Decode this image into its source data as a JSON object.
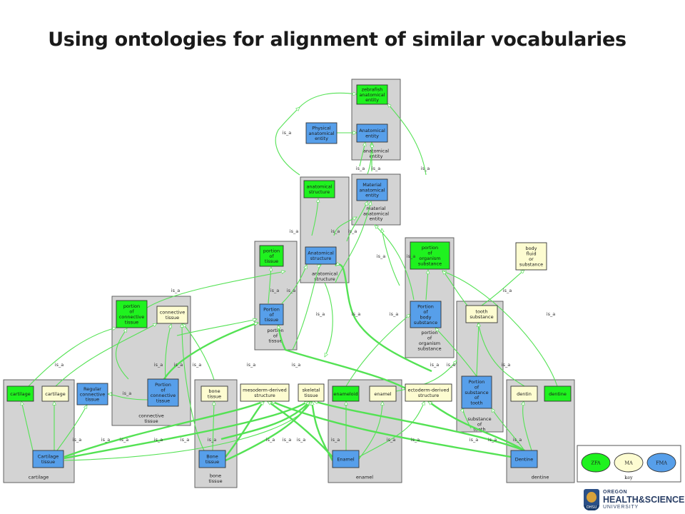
{
  "title": "Using ontologies for alignment of similar vocabularies",
  "colors": {
    "ZFA": "#1ff21f",
    "MA": "#fdfcd1",
    "FMA": "#579fea",
    "cluster": "#d3d3d3",
    "edge": "#54e254"
  },
  "clusters": [
    {
      "id": "c-anat-entity",
      "label": [
        "anatomical",
        "entity"
      ]
    },
    {
      "id": "c-mat-entity",
      "label": [
        "material",
        "anatomical",
        "entity"
      ]
    },
    {
      "id": "c-anat-struct",
      "label": [
        "anatomical",
        "structure"
      ]
    },
    {
      "id": "c-port-tissue",
      "label": [
        "portion",
        "of",
        "tissue"
      ]
    },
    {
      "id": "c-port-subst",
      "label": [
        "portion",
        "of",
        "organism",
        "substance"
      ]
    },
    {
      "id": "c-conn",
      "label": [
        "connective",
        "tissue"
      ]
    },
    {
      "id": "c-tooth",
      "label": [
        "substance",
        "of",
        "tooth"
      ]
    },
    {
      "id": "c-cart",
      "label": [
        "cartilage"
      ]
    },
    {
      "id": "c-bone",
      "label": [
        "bone",
        "tissue"
      ]
    },
    {
      "id": "c-enamel",
      "label": [
        "enamel"
      ]
    },
    {
      "id": "c-dentine",
      "label": [
        "dentine"
      ]
    }
  ],
  "nodes": [
    {
      "id": "n-zfa-entity",
      "source": "ZFA",
      "label": [
        "zebrafish",
        "anatomical",
        "entity"
      ]
    },
    {
      "id": "n-fma-anat-entity",
      "source": "FMA",
      "label": [
        "Anatomical",
        "entity"
      ]
    },
    {
      "id": "n-fma-phys",
      "source": "FMA",
      "label": [
        "Physical",
        "anatomical",
        "entity"
      ]
    },
    {
      "id": "n-fma-material",
      "source": "FMA",
      "label": [
        "Material",
        "anatomical",
        "entity"
      ]
    },
    {
      "id": "n-zfa-anat-struct",
      "source": "ZFA",
      "label": [
        "anatomical",
        "structure"
      ]
    },
    {
      "id": "n-fma-anat-struct",
      "source": "FMA",
      "label": [
        "Anatomical",
        "structure"
      ]
    },
    {
      "id": "n-zfa-port-tissue",
      "source": "ZFA",
      "label": [
        "portion",
        "of",
        "tissue"
      ]
    },
    {
      "id": "n-fma-port-tissue",
      "source": "FMA",
      "label": [
        "Portion",
        "of",
        "tissue"
      ]
    },
    {
      "id": "n-zfa-port-subst",
      "source": "ZFA",
      "label": [
        "portion",
        "of",
        "organism",
        "substance"
      ]
    },
    {
      "id": "n-fma-port-body",
      "source": "FMA",
      "label": [
        "Portion",
        "of",
        "body",
        "substance"
      ]
    },
    {
      "id": "n-ma-body-fluid",
      "source": "MA",
      "label": [
        "body",
        "fluid",
        "or",
        "substance"
      ]
    },
    {
      "id": "n-zfa-port-conn",
      "source": "ZFA",
      "label": [
        "portion",
        "of",
        "connective",
        "tissue"
      ]
    },
    {
      "id": "n-ma-conn",
      "source": "MA",
      "label": [
        "connective",
        "tissue"
      ]
    },
    {
      "id": "n-fma-port-conn",
      "source": "FMA",
      "label": [
        "Portion",
        "of",
        "connective",
        "tissue"
      ]
    },
    {
      "id": "n-ma-tooth-subst",
      "source": "MA",
      "label": [
        "tooth",
        "substance"
      ]
    },
    {
      "id": "n-fma-port-tooth",
      "source": "FMA",
      "label": [
        "Portion",
        "of",
        "substance",
        "of",
        "tooth"
      ]
    },
    {
      "id": "n-zfa-cartilage",
      "source": "ZFA",
      "label": [
        "cartilage"
      ]
    },
    {
      "id": "n-ma-cartilage",
      "source": "MA",
      "label": [
        "cartilage"
      ]
    },
    {
      "id": "n-fma-reg-conn",
      "source": "FMA",
      "label": [
        "Regular",
        "connective",
        "tissue"
      ]
    },
    {
      "id": "n-fma-cart-tissue",
      "source": "FMA",
      "label": [
        "Cartilage",
        "tissue"
      ]
    },
    {
      "id": "n-ma-bone",
      "source": "MA",
      "label": [
        "bone",
        "tissue"
      ]
    },
    {
      "id": "n-fma-bone",
      "source": "FMA",
      "label": [
        "Bone",
        "tissue"
      ]
    },
    {
      "id": "n-ma-meso",
      "source": "MA",
      "label": [
        "mesoderm-derived",
        "structure"
      ]
    },
    {
      "id": "n-ma-skel",
      "source": "MA",
      "label": [
        "skeletal",
        "tissue"
      ]
    },
    {
      "id": "n-zfa-enameloid",
      "source": "ZFA",
      "label": [
        "enameloid"
      ]
    },
    {
      "id": "n-ma-enamel",
      "source": "MA",
      "label": [
        "enamel"
      ]
    },
    {
      "id": "n-fma-enamel",
      "source": "FMA",
      "label": [
        "Enamel"
      ]
    },
    {
      "id": "n-ma-ecto",
      "source": "MA",
      "label": [
        "ectoderm-derived",
        "structure"
      ]
    },
    {
      "id": "n-ma-dentin",
      "source": "MA",
      "label": [
        "dentin"
      ]
    },
    {
      "id": "n-zfa-dentine",
      "source": "ZFA",
      "label": [
        "dentine"
      ]
    },
    {
      "id": "n-fma-dentine",
      "source": "FMA",
      "label": [
        "Dentine"
      ]
    }
  ],
  "edge_label": "is_a",
  "key": {
    "label": "key",
    "items": [
      "ZFA",
      "MA",
      "FMA"
    ]
  },
  "logo": {
    "line1": "OREGON",
    "line2": "HEALTH&SCIENCE",
    "line3": "UNIVERSITY",
    "badge": "OHSU"
  }
}
